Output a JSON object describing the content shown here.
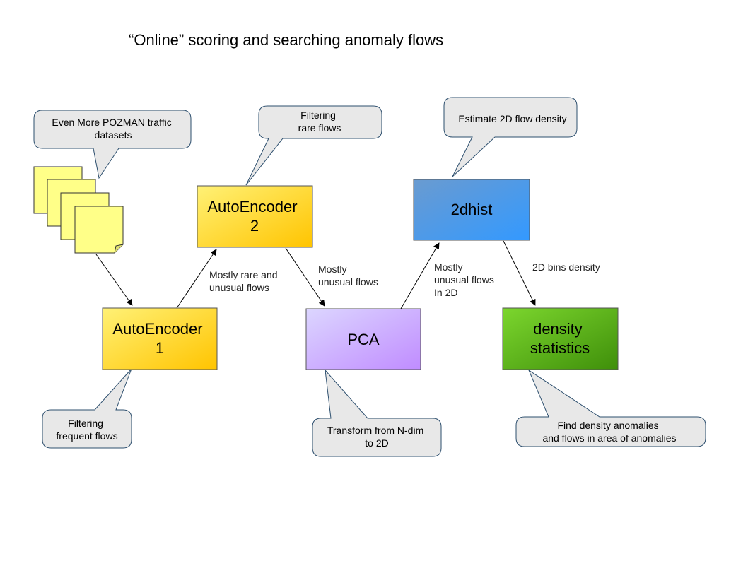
{
  "title": "“Online” scoring and searching anomaly flows",
  "callouts": {
    "datasets": [
      "Even More POZMAN traffic",
      "datasets"
    ],
    "filtering_rare": [
      "Filtering",
      "rare flows"
    ],
    "estimate_density": [
      "Estimate 2D flow density"
    ],
    "filtering_frequent": [
      "Filtering",
      "frequent flows"
    ],
    "transform": [
      "Transform from N-dim",
      "to 2D"
    ],
    "find_anomalies": [
      "Find density anomalies",
      "and flows in area of anomalies"
    ]
  },
  "boxes": {
    "ae1": [
      "AutoEncoder",
      "1"
    ],
    "ae2": [
      "AutoEncoder",
      "2"
    ],
    "pca": [
      "PCA"
    ],
    "hist": [
      "2dhist"
    ],
    "density": [
      "density",
      "statistics"
    ]
  },
  "edge_labels": {
    "ae1_ae2": [
      "Mostly rare and",
      "unusual flows"
    ],
    "ae2_pca": [
      "Mostly",
      "unusual flows"
    ],
    "pca_hist": [
      "Mostly",
      "unusual flows",
      "In 2D"
    ],
    "hist_density": [
      "2D bins density"
    ]
  },
  "colors": {
    "yellow_box": "#ffd200",
    "pca_box": "#c9a7ff",
    "hist_box": "#3d8fe0",
    "density_box": "#59b81c",
    "callout_fill": "#e8e8e8",
    "document_fill": "#ffff88"
  }
}
